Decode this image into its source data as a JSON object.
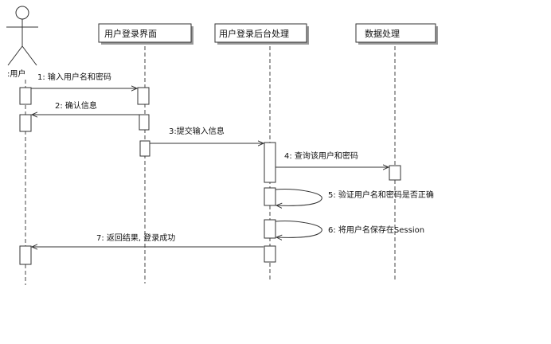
{
  "actor": {
    "label": ":用户"
  },
  "objects": [
    {
      "label": "用户登录界面"
    },
    {
      "label": "用户登录后台处理"
    },
    {
      "label": "数据处理"
    }
  ],
  "messages": [
    {
      "label": "1: 输入用户名和密码"
    },
    {
      "label": "2: 确认信息"
    },
    {
      "label": "3:提交输入信息"
    },
    {
      "label": "4: 查询该用户和密码"
    },
    {
      "label": "5: 验证用户名和密码是否正确"
    },
    {
      "label": "6: 将用户名保存在Session"
    },
    {
      "label": "7: 返回结果, 登录成功"
    }
  ]
}
